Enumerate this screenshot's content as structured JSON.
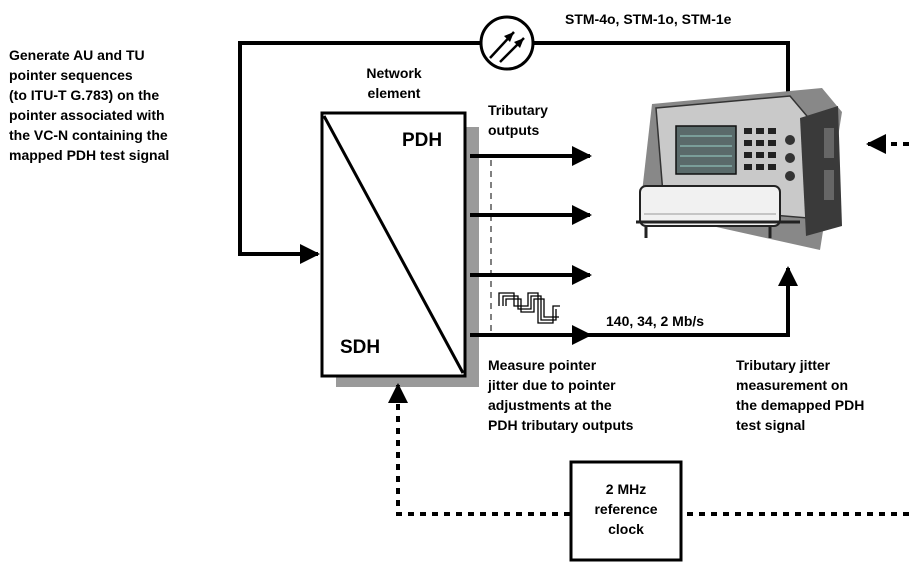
{
  "labels": {
    "generate": [
      "Generate AU and TU",
      "pointer sequences",
      "(to ITU-T G.783) on the",
      "pointer associated with",
      "the VC-N containing the",
      "mapped PDH test signal"
    ],
    "network_element": [
      "Network",
      "element"
    ],
    "pdh": "PDH",
    "sdh": "SDH",
    "tributary_outputs": [
      "Tributary",
      "outputs"
    ],
    "stm": "STM-4o, STM-1o, STM-1e",
    "rate": "140, 34, 2 Mb/s",
    "measure": [
      "Measure pointer",
      "jitter due to pointer",
      "adjustments at the",
      "PDH tributary outputs"
    ],
    "tributary_jitter": [
      "Tributary jitter",
      "measurement on",
      "the demapped PDH",
      "test signal"
    ],
    "reference_clock": [
      "2 MHz",
      "reference",
      "clock"
    ]
  },
  "icons": {
    "optical": "optical-source-icon",
    "instrument": "test-instrument-icon",
    "waveform": "jitter-waveform-icon"
  }
}
